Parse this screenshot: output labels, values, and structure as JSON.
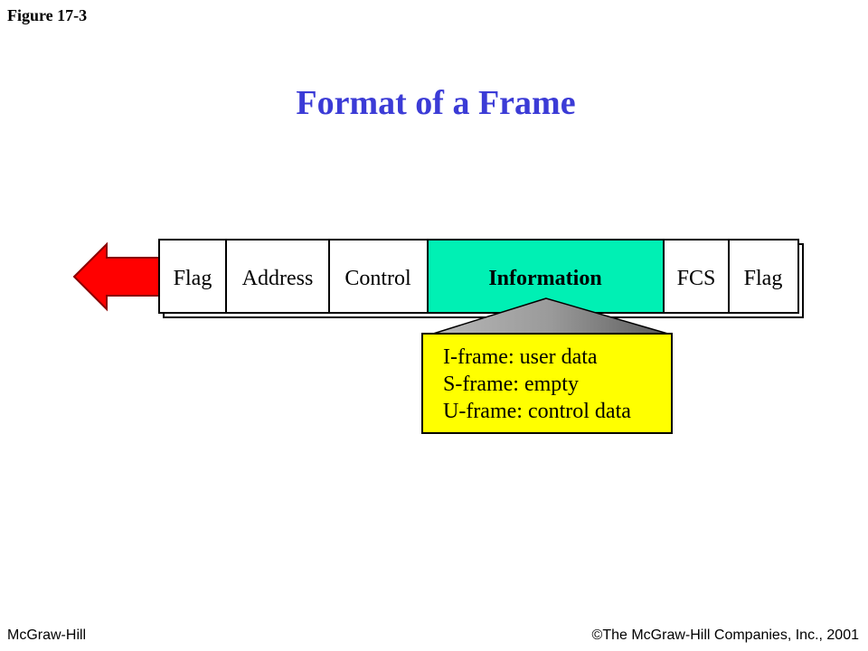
{
  "figure_label": "Figure 17-3",
  "title": "Format of a Frame",
  "fields": [
    {
      "label": "Flag"
    },
    {
      "label": "Address"
    },
    {
      "label": "Control"
    },
    {
      "label": "Information"
    },
    {
      "label": "FCS"
    },
    {
      "label": "Flag"
    }
  ],
  "callout": {
    "lines": [
      "I-frame: user data",
      "S-frame: empty",
      "U-frame: control data"
    ]
  },
  "colors": {
    "title": "#3b3bd6",
    "information_field": "#00f0b4",
    "callout_box": "#ffff00",
    "arrow": "#ff0000"
  },
  "footer": {
    "left": "McGraw-Hill",
    "right": "©The McGraw-Hill Companies, Inc., 2001"
  }
}
